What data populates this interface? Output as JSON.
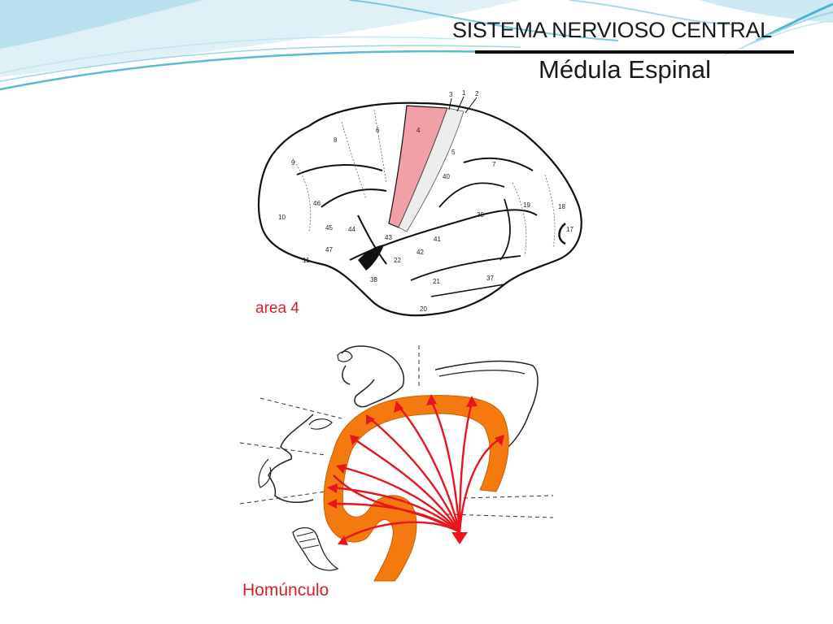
{
  "slide": {
    "title": "SISTEMA NERVIOSO CENTRAL",
    "subtitle": "Médula Espinal"
  },
  "brain_diagram": {
    "caption": "area 4",
    "highlight_color": "#f2a0a8",
    "top_labels": [
      "3",
      "1",
      "2"
    ],
    "area_numbers": [
      "4",
      "6",
      "8",
      "9",
      "5",
      "7",
      "46",
      "10",
      "45",
      "44",
      "43",
      "47",
      "11",
      "40",
      "39",
      "19",
      "18",
      "17",
      "41",
      "42",
      "22",
      "38",
      "21",
      "37",
      "20"
    ]
  },
  "homunculus_diagram": {
    "caption": "Homúnculo",
    "cortex_color": "#f47a10",
    "arrow_color": "#e8141e"
  }
}
